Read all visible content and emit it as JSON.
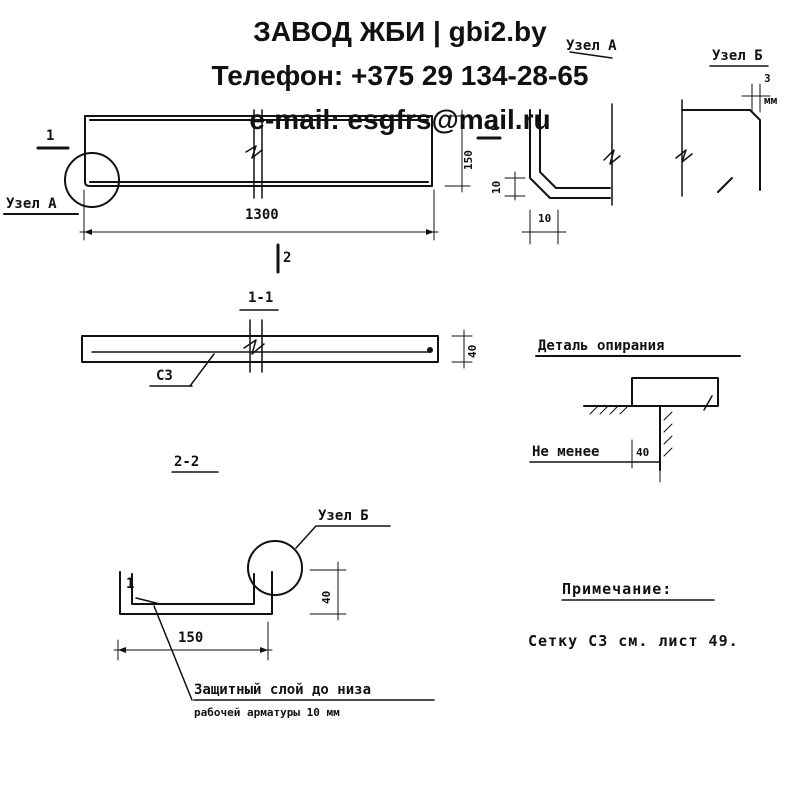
{
  "header": {
    "title": "ЗАВОД ЖБИ | gbi2.by",
    "phone": "Телефон: +375 29 134-28-65",
    "email": "e-mail: esgfrs@mail.ru"
  },
  "labels": {
    "section_mark_1": "1",
    "section_mark_2": "2",
    "node_a_label": "Узел А",
    "node_a_title": "Узел А",
    "node_b_title": "Узел Б",
    "node_b_label": "Узел Б",
    "dim_1300": "1300",
    "dim_150_vert": "150",
    "dim_10a": "10",
    "dim_10b": "10",
    "dim_3": "3",
    "dim_mm": "мм",
    "dim_40_sec": "40",
    "dim_40_sec2": "40",
    "dim_40_detail": "40",
    "dim_150_sec": "150",
    "mesh_c3": "С3",
    "section_1_1": "1-1",
    "section_2_2": "2-2",
    "node_a_mark": "1",
    "sec2_mark": "1",
    "detail_title": "Деталь опирания",
    "detail_min": "Не менее",
    "protective_line1": "Защитный слой до низа",
    "protective_line2": "рабочей арматуры 10 мм",
    "note_title": "Примечание:",
    "note_text": "Сетку С3 см. лист 49."
  }
}
